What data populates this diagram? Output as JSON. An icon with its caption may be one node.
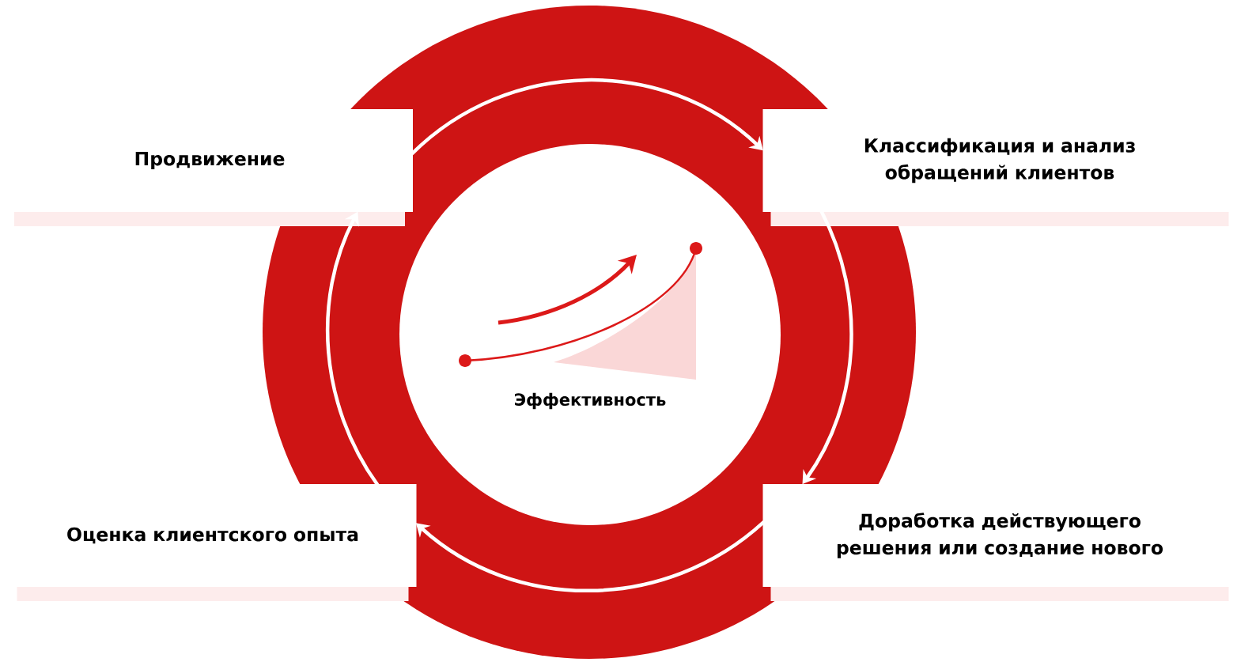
{
  "diagram": {
    "nodes": [
      {
        "text": [
          "Продвижение"
        ]
      },
      {
        "text": [
          "Классификация и анализ обращений клиентов"
        ]
      },
      {
        "text": [
          "Доработка действующего решения или создание нового"
        ]
      },
      {
        "text": [
          "Оценка клиентского опыта"
        ]
      },
      {
        "text": [
          "Эффективность"
        ]
      }
    ],
    "edges": [
      {
        "from": 0,
        "to": 1,
        "arrow": "to"
      },
      {
        "from": 1,
        "to": 2,
        "arrow": "to"
      },
      {
        "from": 2,
        "to": 3,
        "arrow": "to"
      },
      {
        "from": 3,
        "to": 0,
        "arrow": "to"
      }
    ]
  }
}
